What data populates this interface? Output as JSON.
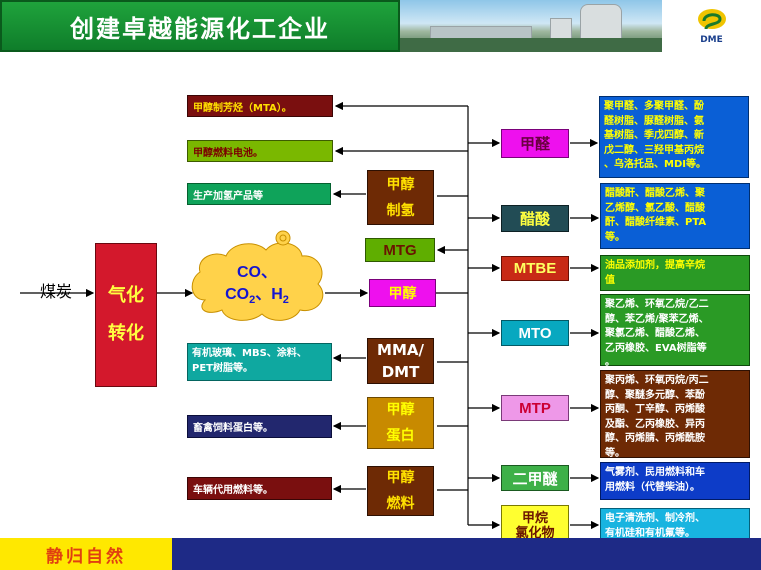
{
  "header": {
    "title": "创建卓越能源化工企业",
    "logo_text": "DME"
  },
  "footer": {
    "slogan": "静归自然"
  },
  "diagram": {
    "feed": "煤炭",
    "gasification": [
      "气化",
      "转化"
    ],
    "syngas": {
      "line1": "CO、",
      "line2_a": "CO",
      "line2_sub": "2",
      "line2_b": "、H",
      "line2_sub2": "2"
    },
    "left_outputs": [
      "甲醇制芳烃（MTA）。",
      "甲醇燃料电池。",
      "生产加氢产品等",
      "有机玻璃、MBS、涂料、PET树脂等。",
      "畜禽饲料蛋白等。",
      "车辆代用燃料等。"
    ],
    "middle": {
      "hydrogen": [
        "甲醇",
        "制氢"
      ],
      "mtg": "MTG",
      "methanol": "甲醇",
      "mma": [
        "MMA/",
        "DMT"
      ],
      "protein": [
        "甲醇",
        "蛋白"
      ],
      "fuel": [
        "甲醇",
        "燃料"
      ]
    },
    "products": {
      "formaldehyde": "甲醛",
      "acetic_acid": "醋酸",
      "mtbe": "MTBE",
      "mto": "MTO",
      "mtp": "MTP",
      "dme": "二甲醚",
      "chloromethane": [
        "甲烷",
        "氯化物"
      ]
    },
    "applications": {
      "formaldehyde": [
        "聚甲醛、多聚甲醛、酚",
        "醛树脂、脲醛树脂、氨",
        "基树脂、季戊四醇、新",
        "戊二醇、三羟甲基丙烷",
        "、乌洛托品、MDI等。"
      ],
      "acetic_acid": [
        "醋酸酐、醋酸乙烯、聚",
        "乙烯醇、氯乙酸、醋酸",
        "酐、醋酸纤维素、PTA",
        "等。"
      ],
      "mtbe": [
        "油品添加剂，提高辛烷",
        "值"
      ],
      "mto": [
        "聚乙烯、环氧乙烷/乙二",
        "醇、苯乙烯/聚苯乙烯、",
        "聚氯乙烯、醋酸乙烯、",
        "乙丙橡胶、EVA树脂等",
        "。"
      ],
      "mtp": [
        "聚丙烯、环氧丙烷/丙二",
        "醇、聚醚多元醇、苯酚",
        "丙酮、丁辛醇、丙烯酸",
        "及酯、乙丙橡胶、异丙",
        "醇、丙烯腈、丙烯酰胺",
        "等。"
      ],
      "dme": [
        "气雾剂、民用燃料和车",
        "用燃料（代替柴油）。"
      ],
      "chloromethane": [
        "电子清洗剂、制冷剂、",
        "有机硅和有机氟等。"
      ]
    }
  }
}
